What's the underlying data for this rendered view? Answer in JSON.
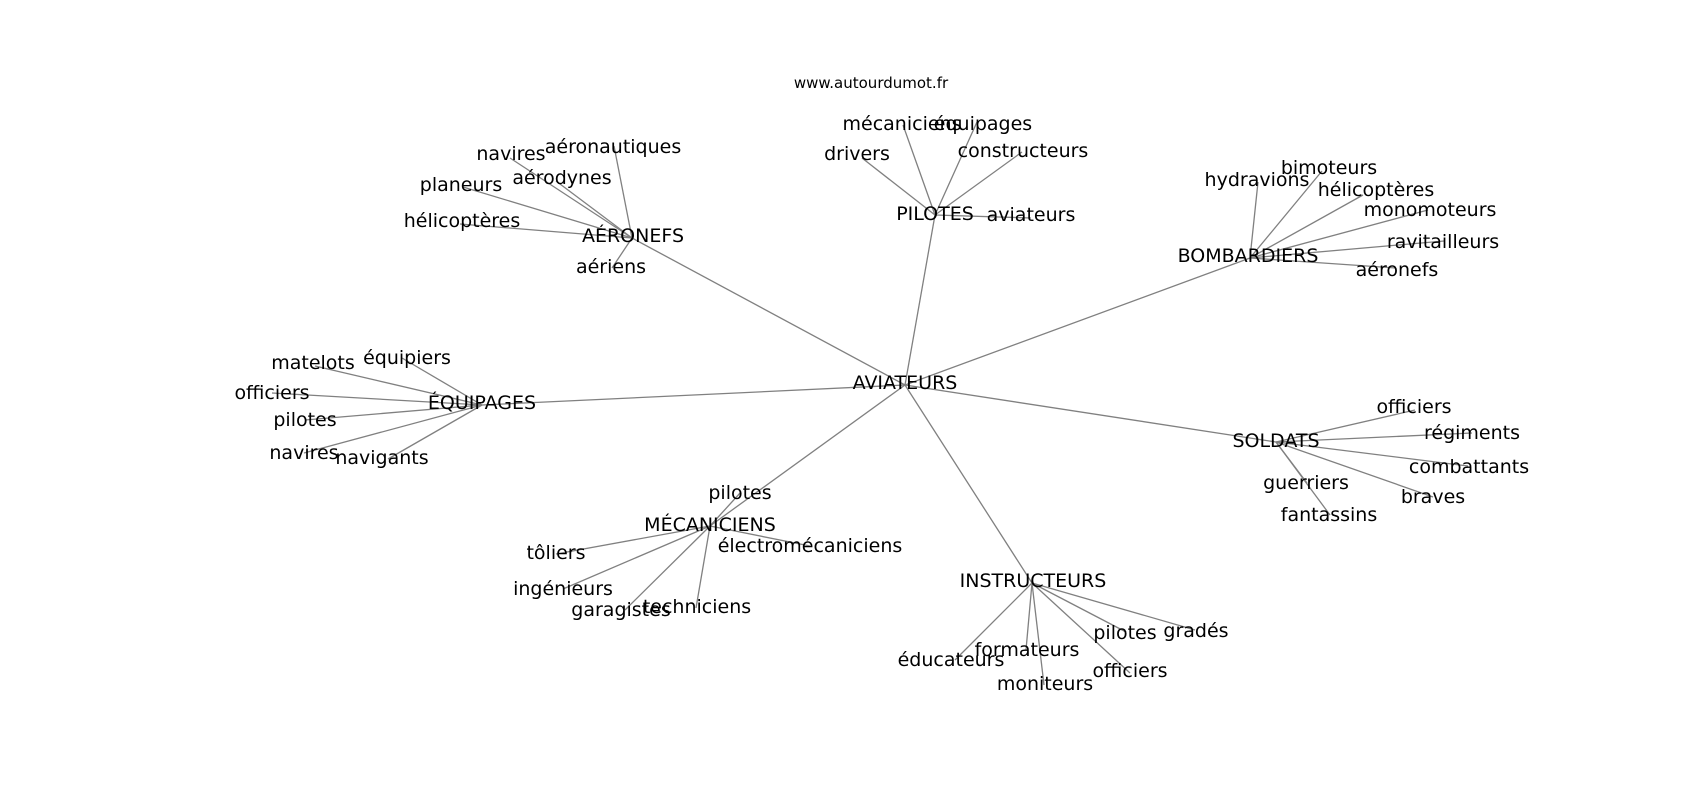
{
  "source": "www.autourdumot.fr",
  "center": "AVIATEURS",
  "groups": [
    {
      "label": "AÉRONEFS",
      "leaves": [
        "navires",
        "aéronautiques",
        "aérodynes",
        "planeurs",
        "hélicoptères",
        "aériens"
      ]
    },
    {
      "label": "PILOTES",
      "leaves": [
        "mécaniciens",
        "équipages",
        "drivers",
        "constructeurs",
        "aviateurs"
      ]
    },
    {
      "label": "BOMBARDIERS",
      "leaves": [
        "hydravions",
        "bimoteurs",
        "hélicoptères",
        "monomoteurs",
        "ravitailleurs",
        "aéronefs"
      ]
    },
    {
      "label": "ÉQUIPAGES",
      "leaves": [
        "matelots",
        "équipiers",
        "officiers",
        "pilotes",
        "navires",
        "navigants"
      ]
    },
    {
      "label": "SOLDATS",
      "leaves": [
        "officiers",
        "régiments",
        "combattants",
        "braves",
        "guerriers",
        "fantassins"
      ]
    },
    {
      "label": "MÉCANICIENS",
      "leaves": [
        "pilotes",
        "électromécaniciens",
        "tôliers",
        "ingénieurs",
        "garagistes",
        "techniciens"
      ]
    },
    {
      "label": "INSTRUCTEURS",
      "leaves": [
        "éducateurs",
        "formateurs",
        "moniteurs",
        "officiers",
        "pilotes",
        "gradés"
      ]
    }
  ]
}
